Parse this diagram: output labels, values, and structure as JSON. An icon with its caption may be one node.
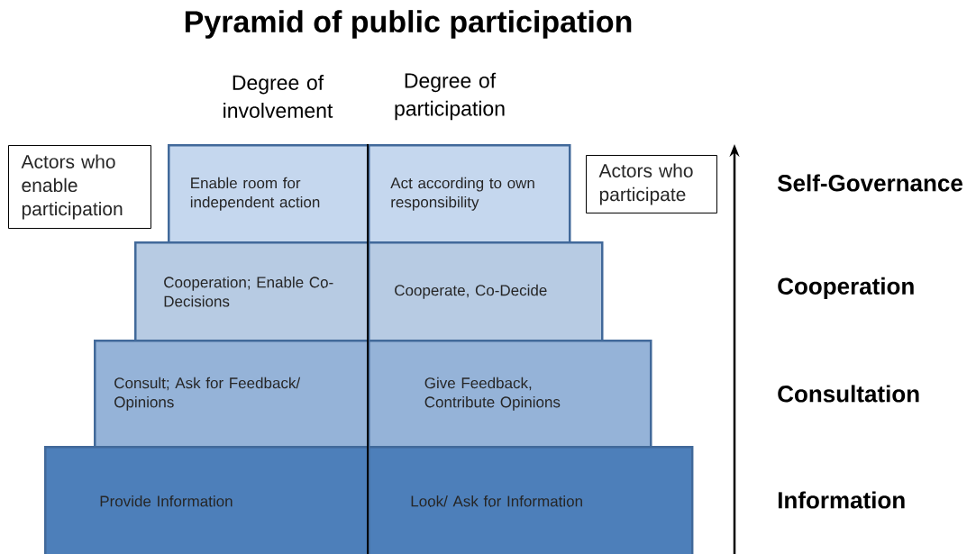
{
  "diagram": {
    "title": "Pyramid of public participation",
    "nodes": [
      {
        "text": [
          "Actors who enable participation"
        ]
      },
      {
        "text": [
          "Enable room for independent action"
        ]
      },
      {
        "text": [
          "Act according to own responsibility"
        ]
      },
      {
        "text": [
          "Actors who participate"
        ]
      },
      {
        "text": [
          "Cooperation; Enable Co-Decisions"
        ]
      },
      {
        "text": [
          "Cooperate, Co-Decide"
        ]
      },
      {
        "text": [
          "Consult; Ask for Feedback/ Opinions"
        ]
      },
      {
        "text": [
          "Give Feedback, Contribute Opinions"
        ]
      },
      {
        "text": [
          "Provide Information"
        ]
      },
      {
        "text": [
          "Look/ Ask for Information"
        ]
      }
    ],
    "labels": [
      "Degree of involvement",
      "Degree of participation",
      "Self-Governance",
      "Cooperation",
      "Consultation",
      "Information"
    ]
  }
}
